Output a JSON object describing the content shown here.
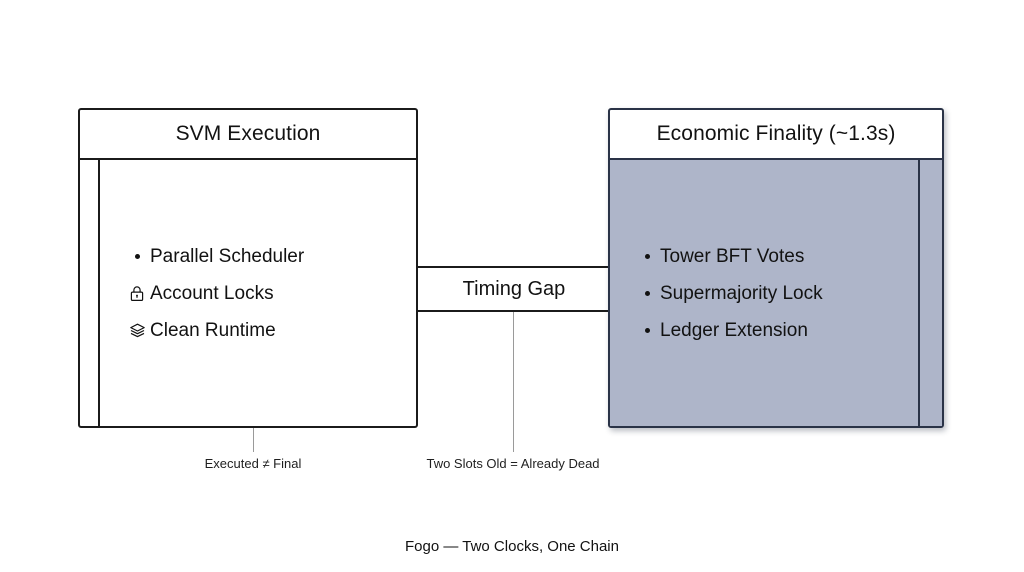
{
  "diagram": {
    "footer_title": "Fogo — Two Clocks, One Chain",
    "connector_label": "Timing Gap",
    "colors": {
      "finality_fill": "#aeb5c9",
      "finality_border": "#2a3347",
      "execution_border": "#1b1b1b",
      "leader_line": "#9a9a9a",
      "background": "#ffffff"
    },
    "panels": [
      {
        "id": "svm-execution",
        "title": "SVM Execution",
        "filled": false,
        "items": [
          {
            "icon": "bullet-dot-icon",
            "label": "Parallel Scheduler"
          },
          {
            "icon": "lock-icon",
            "label": "Account Locks"
          },
          {
            "icon": "layers-icon",
            "label": "Clean Runtime"
          }
        ],
        "caption": "Executed ≠ Final"
      },
      {
        "id": "economic-finality",
        "title": "Economic Finality (~1.3s)",
        "filled": true,
        "items": [
          {
            "icon": "bullet-dot-icon",
            "label": "Tower BFT Votes"
          },
          {
            "icon": "bullet-dot-icon",
            "label": "Supermajority Lock"
          },
          {
            "icon": "bullet-dot-icon",
            "label": "Ledger Extension"
          }
        ],
        "caption": "Two Slots Old = Already Dead"
      }
    ]
  }
}
